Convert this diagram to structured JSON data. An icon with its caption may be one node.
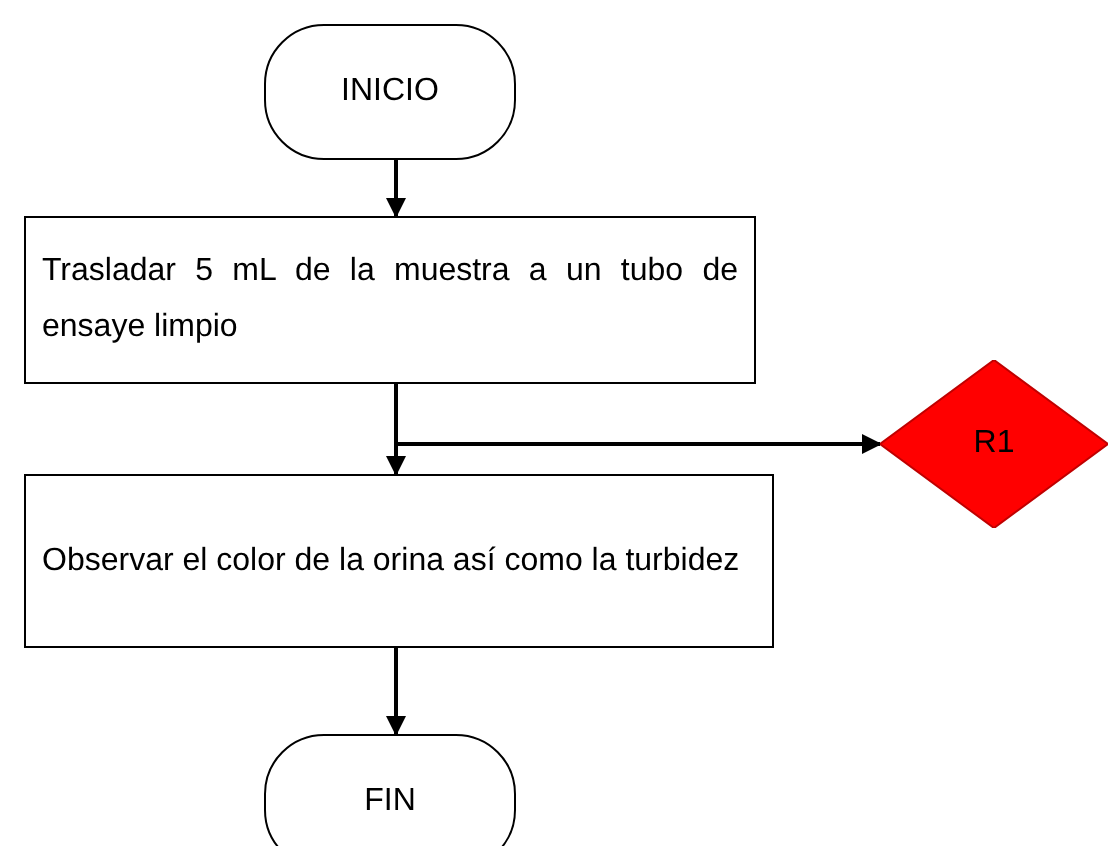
{
  "diagram": {
    "nodes": [
      {
        "text": [
          "INICIO"
        ]
      },
      {
        "text": [
          "Trasladar 5 mL de la muestra a un tubo de ensaye limpio"
        ]
      },
      {
        "text": [
          "R1"
        ]
      },
      {
        "text": [
          "Observar el color de la orina así como la turbidez"
        ]
      },
      {
        "text": [
          "FIN"
        ]
      }
    ],
    "edges": [
      {
        "from": 0,
        "to": 1,
        "arrow": "to"
      },
      {
        "from": 1,
        "to": 3,
        "arrow": "to"
      },
      {
        "from": 1,
        "to": 2,
        "arrow": "to"
      },
      {
        "from": 3,
        "to": 4,
        "arrow": "to"
      }
    ]
  }
}
